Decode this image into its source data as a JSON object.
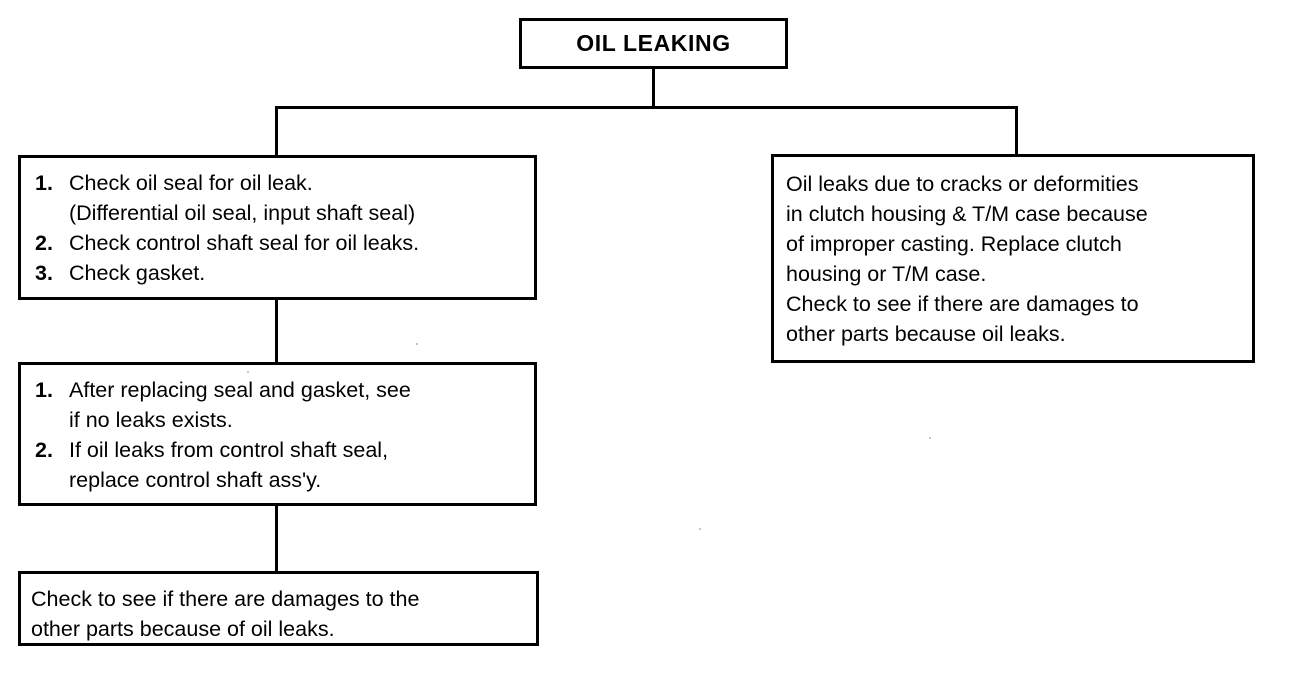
{
  "diagram": {
    "type": "flowchart",
    "title": "OIL LEAKING",
    "orientation": "top-down, two branches",
    "nodes": [
      {
        "id": "root",
        "name": "oil-leaking-title",
        "label": "OIL LEAKING",
        "style": "bold-centered"
      },
      {
        "id": "left-1",
        "name": "check-seal-steps",
        "lines": [
          {
            "num": "1.",
            "text": "Check oil seal for oil leak."
          },
          {
            "num": "",
            "text": "(Differential oil seal, input shaft seal)",
            "cont": true
          },
          {
            "num": "2.",
            "text": "Check control shaft seal for oil leaks."
          },
          {
            "num": "3.",
            "text": "Check gasket."
          }
        ]
      },
      {
        "id": "left-2",
        "name": "after-replacing-steps",
        "lines": [
          {
            "num": "1.",
            "text": "After replacing seal and gasket, see"
          },
          {
            "num": "",
            "text": "if no leaks exists.",
            "cont": true
          },
          {
            "num": "2.",
            "text": "If oil leaks from control shaft seal,"
          },
          {
            "num": "",
            "text": "replace control shaft ass'y.",
            "cont": true
          }
        ]
      },
      {
        "id": "left-3",
        "name": "check-other-parts-damage",
        "lines": [
          {
            "num": "",
            "text": "Check to see if there are damages to the",
            "plain": true
          },
          {
            "num": "",
            "text": "other parts because of oil leaks.",
            "plain": true
          }
        ]
      },
      {
        "id": "right-1",
        "name": "clutch-housing-cracks",
        "lines": [
          {
            "num": "",
            "text": "Oil leaks due to cracks or deformities",
            "plain": true
          },
          {
            "num": "",
            "text": "in clutch housing & T/M case because",
            "plain": true
          },
          {
            "num": "",
            "text": "of improper casting. Replace clutch",
            "plain": true
          },
          {
            "num": "",
            "text": "housing or T/M case.",
            "plain": true
          },
          {
            "num": "",
            "text": "Check to see if there are damages to",
            "plain": true
          },
          {
            "num": "",
            "text": "other parts because oil leaks.",
            "plain": true
          }
        ]
      }
    ],
    "edges": [
      {
        "from": "root",
        "to": "branch-bus",
        "name": "edge-root-to-bus"
      },
      {
        "from": "branch-bus",
        "to": "left-1",
        "name": "edge-bus-to-left-1"
      },
      {
        "from": "branch-bus",
        "to": "right-1",
        "name": "edge-bus-to-right-1"
      },
      {
        "from": "left-1",
        "to": "left-2",
        "name": "edge-left-1-to-left-2"
      },
      {
        "from": "left-2",
        "to": "left-3",
        "name": "edge-left-2-to-left-3"
      }
    ],
    "colors": {
      "line": "#000000",
      "text": "#000000",
      "background": "#ffffff"
    }
  }
}
